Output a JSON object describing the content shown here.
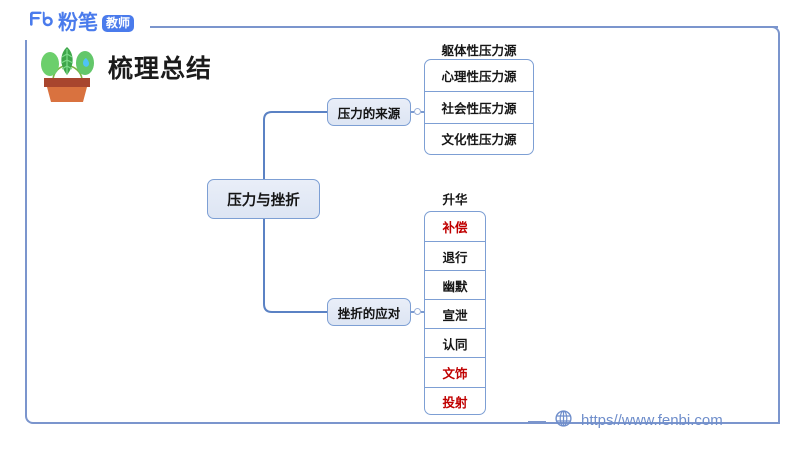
{
  "brand": {
    "logo_word": "粉笔",
    "logo_badge": "教师",
    "logo_mark_icon": "fb-logo-icon",
    "accent_color": "#4a7bec",
    "frame_color": "#7b95cd"
  },
  "header": {
    "title": "梳理总结",
    "decor_icon": "potted-plant-icon"
  },
  "mindmap": {
    "root": {
      "label": "压力与挫折"
    },
    "branches": [
      {
        "label": "压力的来源",
        "top_leaf": {
          "label": "躯体性压力源",
          "color": "black"
        },
        "leaves": [
          {
            "label": "心理性压力源",
            "color": "black"
          },
          {
            "label": "社会性压力源",
            "color": "black"
          },
          {
            "label": "文化性压力源",
            "color": "black"
          }
        ]
      },
      {
        "label": "挫折的应对",
        "top_leaf": {
          "label": "升华",
          "color": "black"
        },
        "leaves": [
          {
            "label": "补偿",
            "color": "red"
          },
          {
            "label": "退行",
            "color": "black"
          },
          {
            "label": "幽默",
            "color": "black"
          },
          {
            "label": "宣泄",
            "color": "black"
          },
          {
            "label": "认同",
            "color": "black"
          },
          {
            "label": "文饰",
            "color": "red"
          },
          {
            "label": "投射",
            "color": "red"
          }
        ]
      }
    ],
    "node_colors": {
      "border": "#7d9fd4",
      "fill": "#e3eaf6",
      "highlight_text": "#c00000"
    }
  },
  "footer": {
    "url": "https//www.fenbi.com",
    "globe_icon": "globe-icon"
  }
}
